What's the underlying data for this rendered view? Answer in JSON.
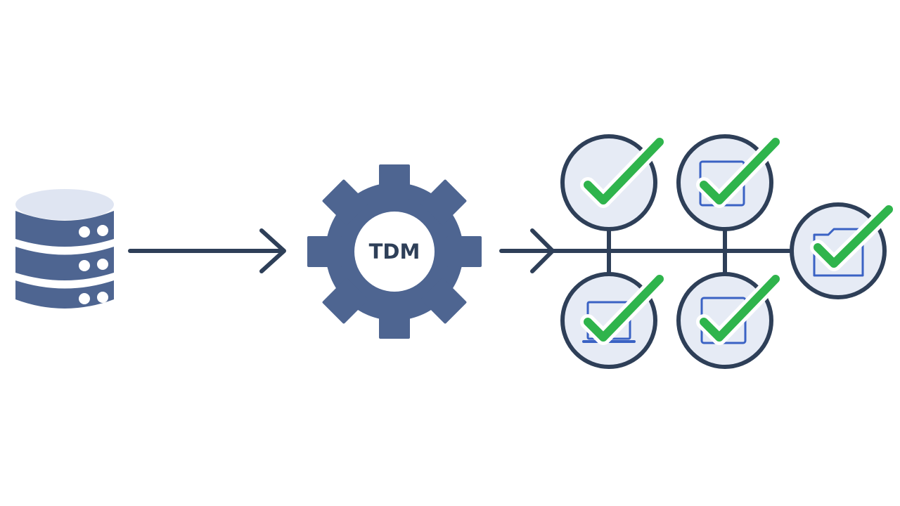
{
  "diagram": {
    "process_label": "TDM",
    "colors": {
      "primary": "#4e6591",
      "dark": "#2e3f58",
      "light_fill": "#e3e8f4",
      "check": "#2fb44c",
      "background": "#ffffff"
    },
    "nodes": [
      {
        "id": "source",
        "icon": "database-icon"
      },
      {
        "id": "engine",
        "icon": "gear-icon"
      },
      {
        "id": "outputs",
        "icon": "checked-circles-network"
      }
    ],
    "outputs": [
      {
        "id": "top-left",
        "inner_icon": "none",
        "status": "checked"
      },
      {
        "id": "top-right",
        "inner_icon": "window",
        "status": "checked"
      },
      {
        "id": "bottom-left",
        "inner_icon": "laptop",
        "status": "checked"
      },
      {
        "id": "bottom-right",
        "inner_icon": "window",
        "status": "checked"
      },
      {
        "id": "right",
        "inner_icon": "folder",
        "status": "checked"
      }
    ]
  }
}
